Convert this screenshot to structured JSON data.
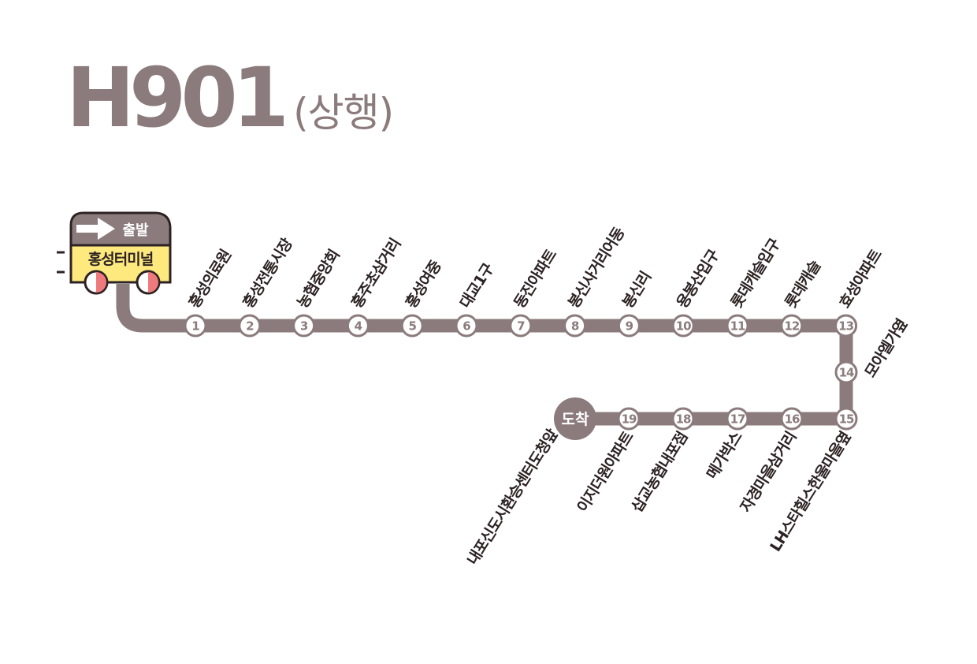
{
  "route": {
    "number": "H901",
    "direction": "(상행)"
  },
  "colors": {
    "line": "#8b7b7c",
    "stop_fill": "#ffffff",
    "bus_body": "#fde97e",
    "bus_roof": "#8b7b7c",
    "bus_outline": "#2c2224",
    "wheel": "#ef7a7e",
    "text": "#2c2224"
  },
  "start": {
    "badge": "출발",
    "terminal": "홍성터미널",
    "icon": "bus-icon"
  },
  "end": {
    "badge": "도착"
  },
  "stops": [
    {
      "num": "1",
      "name": "홍성의료원"
    },
    {
      "num": "2",
      "name": "홍성전통시장"
    },
    {
      "num": "3",
      "name": "농협중앙회"
    },
    {
      "num": "4",
      "name": "홍주초삼거리"
    },
    {
      "num": "5",
      "name": "홍성여중"
    },
    {
      "num": "6",
      "name": "대교1구"
    },
    {
      "num": "7",
      "name": "동진아파트"
    },
    {
      "num": "8",
      "name": "봉신사거리어동"
    },
    {
      "num": "9",
      "name": "봉신리"
    },
    {
      "num": "10",
      "name": "용봉산입구"
    },
    {
      "num": "11",
      "name": "롯데캐슬입구"
    },
    {
      "num": "12",
      "name": "롯데캐슬"
    },
    {
      "num": "13",
      "name": "효성아파트"
    },
    {
      "num": "14",
      "name": "모아엘가옆"
    },
    {
      "num": "15",
      "name": "LH스타힐스한울마을옆"
    },
    {
      "num": "16",
      "name": "자경마을삼거리"
    },
    {
      "num": "17",
      "name": "메가박스"
    },
    {
      "num": "18",
      "name": "삽교농협내포점"
    },
    {
      "num": "19",
      "name": "이지더원아파트"
    }
  ],
  "final_stop": {
    "name": "내포신도시환승센터도청앞"
  }
}
